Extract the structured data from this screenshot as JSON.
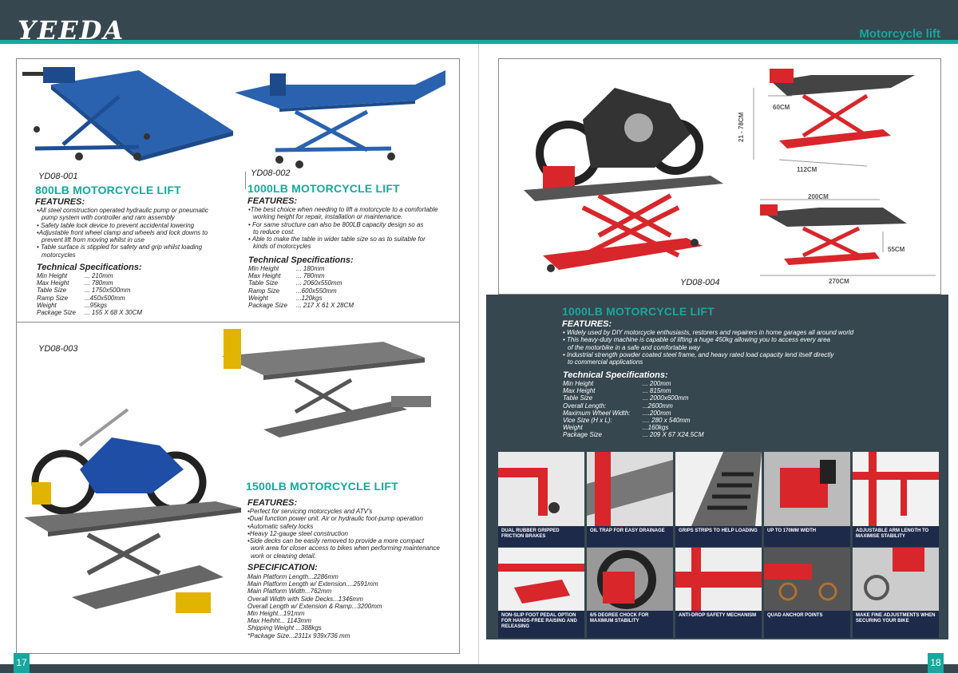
{
  "header": {
    "logo": "YEEDA",
    "section_title": "Motorcycle lift"
  },
  "footer": {
    "left_page": "17",
    "right_page": "18"
  },
  "products": {
    "p1": {
      "code": "YD08-001",
      "title": "800LB MOTORCYCLE LIFT",
      "features_label": "FEATURES:",
      "features": [
        "•All steel construction operated hydraulic pump or pneumatic",
        "pump system with controller and ram assembly",
        "• Safety table lock device to prevent accidental lowering",
        "•Adjustable front wheel clamp and wheels and lock downs to",
        "prevent lift from moving whilst in use",
        "• Table surface is stippled for safety and grip whilst loading",
        "motorcycles"
      ],
      "specs_label": "Technical Specifications",
      "specs": [
        {
          "k": "Min Height",
          "v": "... 210mm"
        },
        {
          "k": "Max Height",
          "v": "... 780mm"
        },
        {
          "k": "Table Size",
          "v": "... 1750x500mm"
        },
        {
          "k": "Ramp Size",
          "v": "...450x500mm"
        },
        {
          "k": "Weight",
          "v": "...95kgs"
        },
        {
          "k": "Package Size",
          "v": "... 155 X 68 X 30CM"
        }
      ]
    },
    "p2": {
      "code": "YD08-002",
      "title": "1000LB MOTORCYCLE LIFT",
      "features_label": "FEATURES:",
      "features": [
        "•The best choice when needing to lift a motorcycle to a comfortable",
        "working height for repair, installation or maintenance.",
        "• For same structure can also be 800LB capacity design so as",
        "to reduce cost.",
        "• Able to make the table in wider table size so as to suitable for",
        "kinds of motorcycles"
      ],
      "specs_label": "Technical Specifications",
      "specs": [
        {
          "k": "Min Height",
          "v": "... 180mm"
        },
        {
          "k": "Max Height",
          "v": "... 780mm"
        },
        {
          "k": "Table Size",
          "v": "... 2060x550mm"
        },
        {
          "k": "Ramp Size",
          "v": "...600x550mm"
        },
        {
          "k": "Weight",
          "v": "...120kgs"
        },
        {
          "k": "Package Size",
          "v": "... 217 X 61 X 28CM"
        }
      ]
    },
    "p3": {
      "code": "YD08-003",
      "title": "1500LB MOTORCYCLE LIFT",
      "features_label": "FEATURES:",
      "features": [
        "•Perfect for servicing motorcycles and ATV's",
        "•Dual function power unit. Air or hydraulic foot-pump operation",
        "•Automatic safety locks",
        "•Heavy 12-gauge steel construction",
        "•Side decks can be easily removed to provide a more compact",
        "work area for closer access to bikes when performing maintenance",
        "work or cleaning detail."
      ],
      "specs_label": "SPECIFICATION:",
      "specs": [
        "Main Platform Length...2286mm",
        "Main Platform Length w/ Extension....2591mm",
        "Main Platform Width...762mm",
        "Overall Width with Side Decks...1346mm",
        "Overall Length w/ Extension & Ramp...3200mm",
        "Min Height...191mm",
        "Max Heihht... 1143mm",
        "Shipping Weight ...388kgs",
        "*Package Size...2311x 939x736 mm"
      ]
    },
    "p4": {
      "code": "YD08-004",
      "title": "1000LB MOTORCYCLE LIFT",
      "dims": {
        "height": "21 - 78CM",
        "w60": "60CM",
        "w112": "112CM",
        "w200": "200CM",
        "h55": "55CM",
        "w270": "270CM"
      },
      "features_label": "FEATURES:",
      "features": [
        "• Widely used by DIY motorcycle enthusiasts, restorers and repairers in home garages all around world",
        "• This heavy-duty machine is capable of lifting a huge 450kg allowing you to access every area",
        "of the motorbike in a  safe and comfortable way",
        "• Industrial strength powder coated steel frame, and heavy rated load capacity lend itself directly",
        "to commercial applications"
      ],
      "specs_label": "Technical Specifications",
      "specs": [
        {
          "k": "Min Height",
          "v": "... 200mm"
        },
        {
          "k": "Max Height",
          "v": "... 815mm"
        },
        {
          "k": "Table Size",
          "v": "... 2000x600mm"
        },
        {
          "k": "Overall Length:",
          "v": "...2600mm"
        },
        {
          "k": "Maximum Wheel Width:",
          "v": "....200mm"
        },
        {
          "k": "Vice Size (H x L):",
          "v": ".... 280 x 540mm"
        },
        {
          "k": "Weight",
          "v": "...160kgs"
        },
        {
          "k": "Package Size",
          "v": "... 209 X 67 X24.5CM"
        }
      ],
      "tiles": [
        "DUAL RUBBER GRIPPED FRICTION BRAKES",
        "OIL TRAP FOR EASY DRAINAGE",
        "GRIPS STRIPS TO HELP LOADING",
        "UP TO 170MM WIDTH",
        "ADJUSTABLE ARM LENGTH TO MAXIMISE STABILITY",
        "NON-SLIP FOOT PEDAL OPTION FOR HANDS-FREE RAISING AND RELEASING",
        "6/5 DEGREE CHOCK FOR MAXIMUM STABILITY",
        "ANTI-DROP SAFETY MECHANISM",
        "QUAD ANCHOR POINTS",
        "MAKE FINE ADJUSTMENTS WHEN SECURING YOUR BIKE"
      ]
    }
  },
  "colors": {
    "teal": "#16a89e",
    "dark": "#37474f",
    "blue": "#2a62b0",
    "red": "#d8262b",
    "gray": "#6f6f6f"
  }
}
